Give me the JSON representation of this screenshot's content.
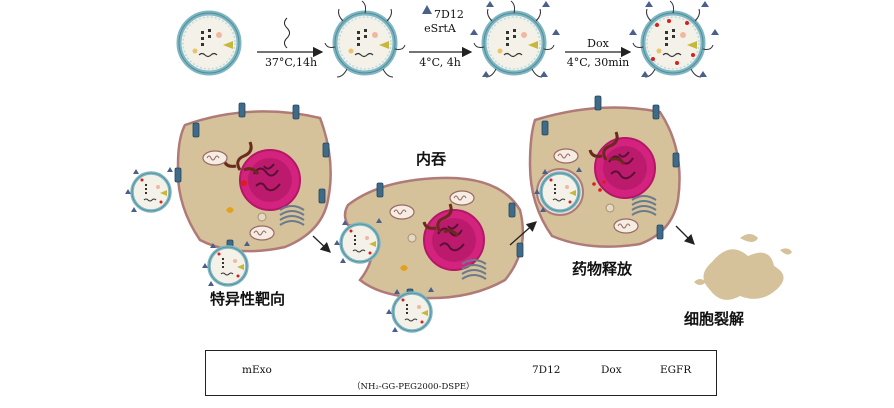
{
  "steps": {
    "step1": "37°C,14h",
    "step2_line1": "7D12",
    "step2_line2": "eSrtA",
    "step2_line3": "4°C, 4h",
    "step3_line1": "Dox",
    "step3_line2": "4°C, 30min"
  },
  "stages": {
    "targeting": "特异性靶向",
    "endocytosis": "内吞",
    "release": "药物释放",
    "lysis": "细胞裂解"
  },
  "legend": {
    "mexo": "mExo",
    "lipid": "（NH₂-GG-PEG2000-DSPE）",
    "nanobody": "7D12",
    "dox": "Dox",
    "egfr": "EGFR"
  },
  "colors": {
    "cell": "#d6c29a",
    "cell_border": "#b07a78",
    "nucleus": "#d4237e",
    "receptor": "#3f6a88",
    "exosome_shell": "#8fc1c9",
    "dox": "#d81e1e"
  }
}
